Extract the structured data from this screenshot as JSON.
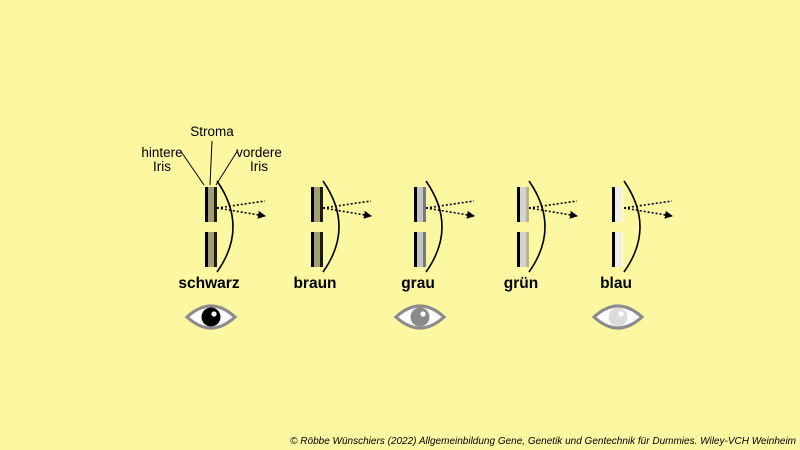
{
  "annotations": {
    "posterior_iris": [
      "hintere",
      "Iris"
    ],
    "stroma": "Stroma",
    "anterior_iris": [
      "vordere",
      "Iris"
    ]
  },
  "variants": [
    {
      "label": "schwarz",
      "stroma_color": "#a19e74",
      "anterior_color": "#1a1a1a",
      "eye_shown": true,
      "iris_color": "#000000",
      "eye_outline": "#8c8c8c"
    },
    {
      "label": "braun",
      "stroma_color": "#a19e74",
      "anterior_color": "#1a1a1a",
      "eye_shown": false
    },
    {
      "label": "grau",
      "stroma_color": "#c4c4c4",
      "anterior_color": "#7a7a7a",
      "eye_shown": true,
      "iris_color": "#8a8a8a",
      "eye_outline": "#8c8c8c"
    },
    {
      "label": "grün",
      "stroma_color": "#d4d4d4",
      "anterior_color": "#b9b68a",
      "eye_shown": false
    },
    {
      "label": "blau",
      "stroma_color": "#efefe6",
      "anterior_color": "#fbf8c8",
      "eye_shown": true,
      "iris_color": "#dcdcdc",
      "eye_outline": "#8c8c8c"
    }
  ],
  "copyright": "© Röbbe Wünschiers (2022) Allgemeinbildung Gene, Genetik und Gentechnik für Dummies. Wiley-VCH Weinheim",
  "colors": {
    "background": "#fcf7a1",
    "posterior_layer": "#000000",
    "lens": "#000000"
  }
}
